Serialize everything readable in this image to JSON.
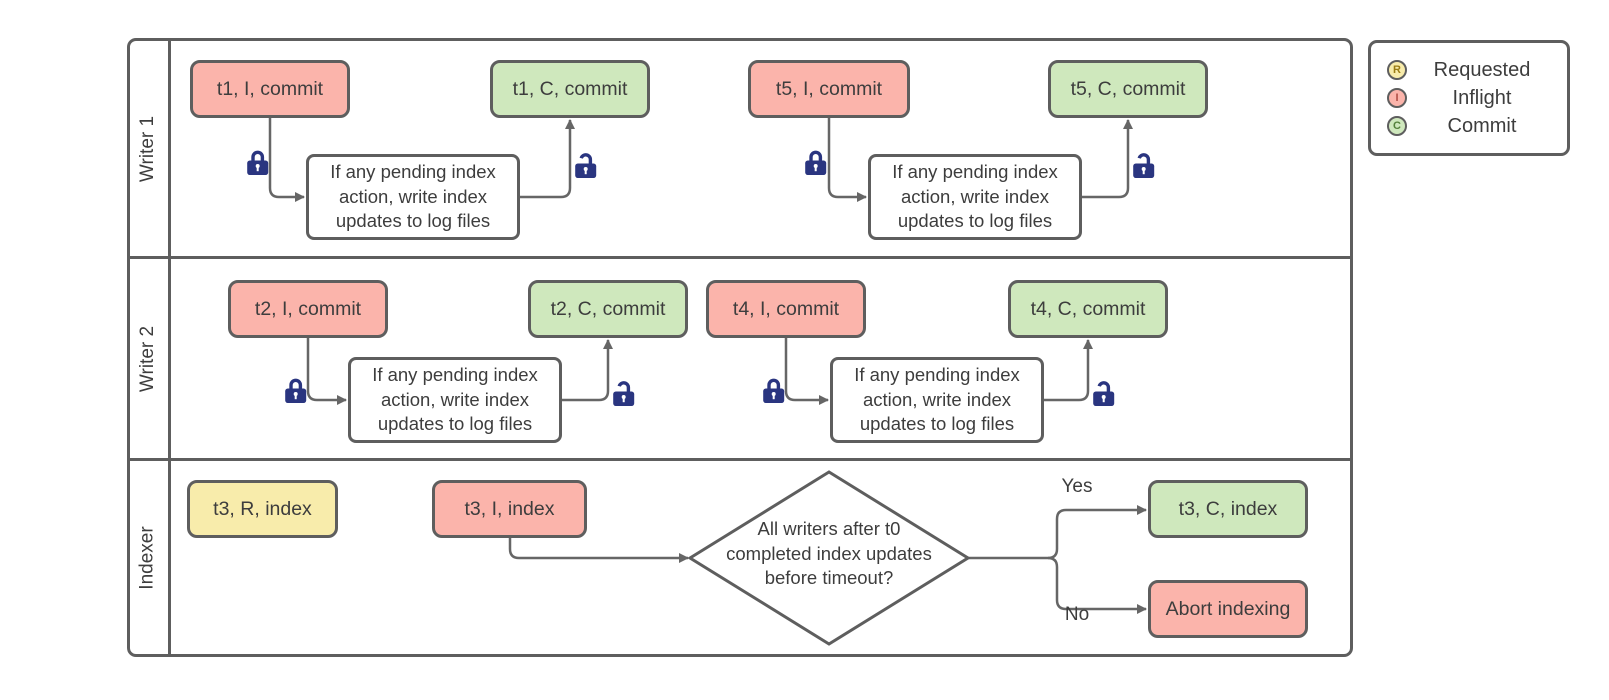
{
  "diagram": {
    "lanes": [
      {
        "label": "Writer 1"
      },
      {
        "label": "Writer 2"
      },
      {
        "label": "Indexer"
      }
    ],
    "writer1": {
      "t1_inflight": "t1, I, commit",
      "process1": "If any pending index action, write index updates to log files",
      "t1_commit": "t1, C, commit",
      "t5_inflight": "t5, I, commit",
      "process2": "If any pending index action, write index updates to log files",
      "t5_commit": "t5, C, commit"
    },
    "writer2": {
      "t2_inflight": "t2, I, commit",
      "process1": "If any pending index action, write index updates to log files",
      "t2_commit": "t2, C, commit",
      "t4_inflight": "t4, I, commit",
      "process2": "If any pending index action, write index updates to log files",
      "t4_commit": "t4, C, commit"
    },
    "indexer": {
      "t3_requested": "t3, R, index",
      "t3_inflight": "t3, I, index",
      "decision": "All writers after t0 completed index updates before timeout?",
      "yes_label": "Yes",
      "no_label": "No",
      "t3_commit": "t3, C, index",
      "abort": "Abort indexing"
    }
  },
  "legend": {
    "items": [
      {
        "symbol": "R",
        "label": "Requested"
      },
      {
        "symbol": "I",
        "label": "Inflight"
      },
      {
        "symbol": "C",
        "label": "Commit"
      }
    ]
  },
  "colors": {
    "requested_fill": "#f8ecab",
    "inflight_fill": "#fbb4ab",
    "commit_fill": "#cfe8bd",
    "box_stroke": "#5e5e5e",
    "connector_stroke": "#666666",
    "lock_blue": "#2a3580",
    "text": "#3d3d3d"
  }
}
